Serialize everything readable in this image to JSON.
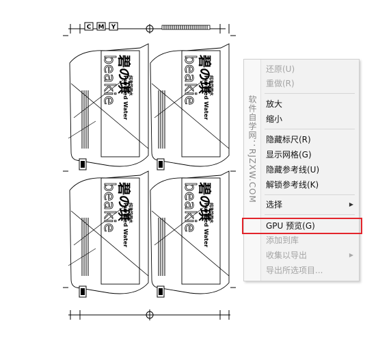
{
  "artwork": {
    "color_swatches": [
      "C",
      "M",
      "Y"
    ],
    "panels": [
      {
        "brand_cn": "碧の琪",
        "brand_en": "beakie",
        "small_cn": "纯净饮用水",
        "product_en": "Purified Water"
      },
      {
        "brand_cn": "碧の琪",
        "brand_en": "beakie",
        "small_cn": "纯净饮用水",
        "product_en": "Purified Water"
      },
      {
        "brand_cn": "碧の琪",
        "brand_en": "beakie",
        "small_cn": "纯净饮用水",
        "product_en": "Purified Water"
      },
      {
        "brand_cn": "碧の琪",
        "brand_en": "beakie",
        "small_cn": "纯净饮用水",
        "product_en": "Purified Water"
      }
    ]
  },
  "context_menu": {
    "watermark": "软件自学网：RJZXW.COM",
    "items": [
      {
        "label": "还原(U)",
        "disabled": true
      },
      {
        "label": "重做(R)",
        "disabled": true
      },
      {
        "label": "放大",
        "disabled": false
      },
      {
        "label": "缩小",
        "disabled": false
      },
      {
        "label": "隐藏标尺(R)",
        "disabled": false
      },
      {
        "label": "显示网格(G)",
        "disabled": false
      },
      {
        "label": "隐藏参考线(U)",
        "disabled": false
      },
      {
        "label": "解锁参考线(K)",
        "disabled": false
      },
      {
        "label": "选择",
        "disabled": false,
        "submenu": true
      },
      {
        "label": "GPU 预览(G)",
        "disabled": false,
        "highlighted": true
      },
      {
        "label": "添加到库",
        "disabled": true
      },
      {
        "label": "收集以导出",
        "disabled": true,
        "submenu": true
      },
      {
        "label": "导出所选项目...",
        "disabled": true
      }
    ],
    "submenu_arrow": "▶"
  },
  "colors": {
    "highlight_box": "#e3242b",
    "menu_bg": "#f2f2f2",
    "disabled_text": "#a4a4a4"
  }
}
